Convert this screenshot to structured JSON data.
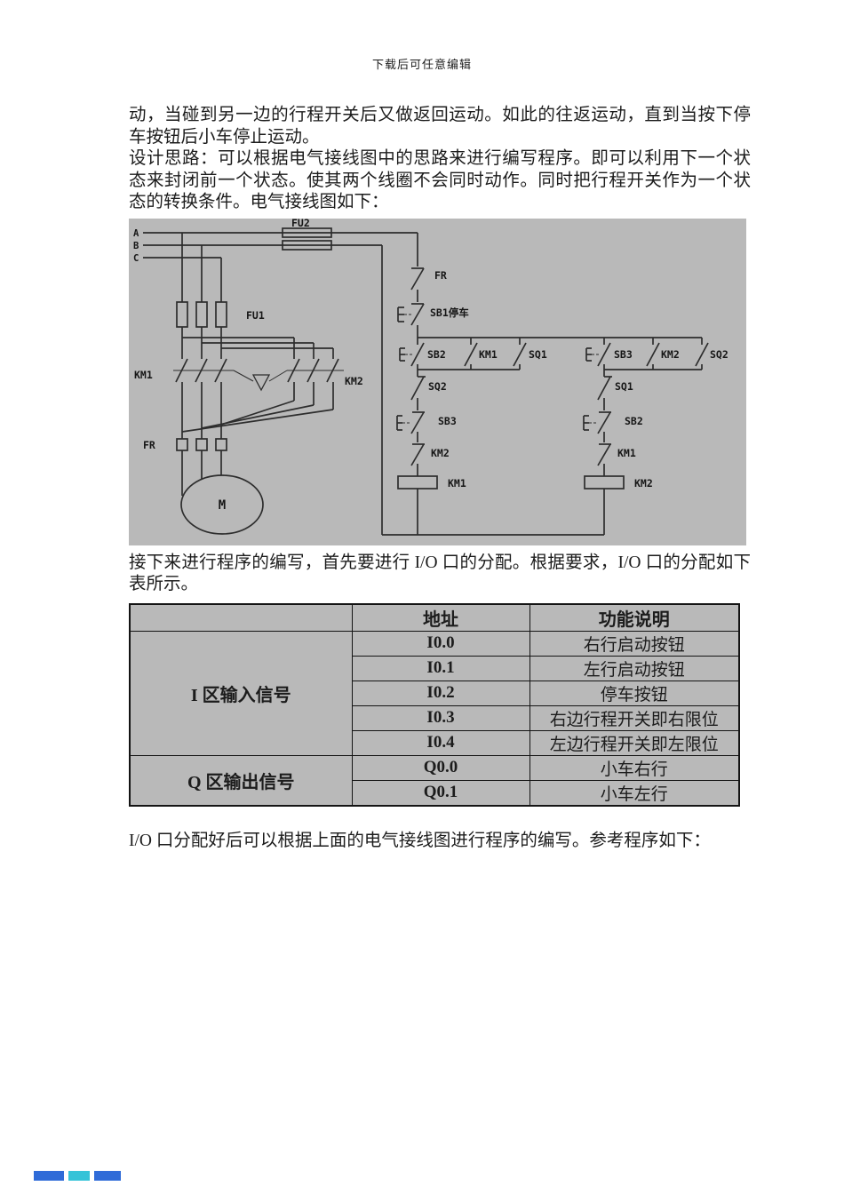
{
  "header": {
    "watermark": "下载后可任意编辑"
  },
  "paragraphs": {
    "p1": "动，当碰到另一边的行程开关后又做返回运动。如此的往返运动，直到当按下停车按钮后小车停止运动。",
    "p2": "设计思路：可以根据电气接线图中的思路来进行编写程序。即可以利用下一个状态来封闭前一个状态。使其两个线圈不会同时动作。同时把行程开关作为一个状态的转换条件。电气接线图如下：",
    "p3": "接下来进行程序的编写，首先要进行 I/O 口的分配。根据要求，I/O 口的分配如下表所示。",
    "p4": "I/O 口分配好后可以根据上面的电气接线图进行程序的编写。参考程序如下："
  },
  "diagram": {
    "phases": {
      "a": "A",
      "b": "B",
      "c": "C"
    },
    "labels": {
      "fu2": "FU2",
      "fu1": "FU1",
      "km1_main": "KM1",
      "km2_main": "KM2",
      "fr_main": "FR",
      "motor": "M",
      "fr_ctrl": "FR",
      "sb1": "SB1停车",
      "sb2_start": "SB2",
      "km1_seal": "KM1",
      "sq1_par": "SQ1",
      "sb3_start": "SB3",
      "km2_seal": "KM2",
      "sq2_par": "SQ2",
      "sq2_nc": "SQ2",
      "sb3_nc": "SB3",
      "km2_nc": "KM2",
      "km1_coil": "KM1",
      "sq1_nc": "SQ1",
      "sb2_nc": "SB2",
      "km1_nc": "KM1",
      "km2_coil": "KM2"
    }
  },
  "io_table": {
    "col_headers": {
      "address": "地址",
      "function": "功能说明"
    },
    "groups": {
      "input": "I 区输入信号",
      "output": "Q 区输出信号"
    },
    "input_rows": [
      {
        "address": "I0.0",
        "function": "右行启动按钮"
      },
      {
        "address": "I0.1",
        "function": "左行启动按钮"
      },
      {
        "address": "I0.2",
        "function": "停车按钮"
      },
      {
        "address": "I0.3",
        "function": "右边行程开关即右限位"
      },
      {
        "address": "I0.4",
        "function": "左边行程开关即左限位"
      }
    ],
    "output_rows": [
      {
        "address": "Q0.0",
        "function": "小车右行"
      },
      {
        "address": "Q0.1",
        "function": "小车左行"
      }
    ]
  },
  "colors": {
    "diagram_background": "#b9b9b9",
    "table_background": "#b9b9b9",
    "line": "#2d2d2d",
    "text": "#1c1c1c",
    "footer_mark_blue": "#2f6bd8",
    "footer_mark_teal": "#35c3d8"
  }
}
